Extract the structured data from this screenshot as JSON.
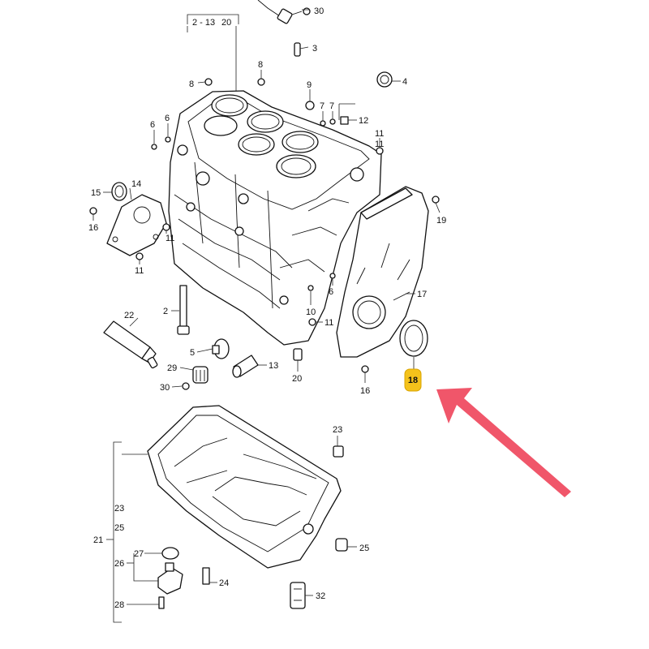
{
  "diagram": {
    "labels": {
      "bracket_top": "2 - 13",
      "l20_top": "20",
      "l30_top": "30",
      "l3": "3",
      "l4": "4",
      "l8_a": "8",
      "l8_b": "8",
      "l9": "9",
      "l7_a": "7",
      "l7_b": "7",
      "l12": "12",
      "l6_a": "6",
      "l6_b": "6",
      "l11_a": "11",
      "l11_b": "11",
      "l14": "14",
      "l15": "15",
      "l16_a": "16",
      "l11_c": "11",
      "l11_d": "11",
      "l19": "19",
      "l17": "17",
      "l6_c": "6",
      "l10": "10",
      "l11_e": "11",
      "l22": "22",
      "l2": "2",
      "l5": "5",
      "l29": "29",
      "l30_b": "30",
      "l13": "13",
      "l20_b": "20",
      "l16_b": "16",
      "l23_a": "23",
      "l23_b": "23",
      "l25_a": "25",
      "l21": "21",
      "l27": "27",
      "l26": "26",
      "l28": "28",
      "l24": "24",
      "l25_b": "25",
      "l32": "32"
    },
    "highlight": {
      "label": "18",
      "color": "#f4c21b"
    },
    "arrow_color": "#f0566a"
  }
}
